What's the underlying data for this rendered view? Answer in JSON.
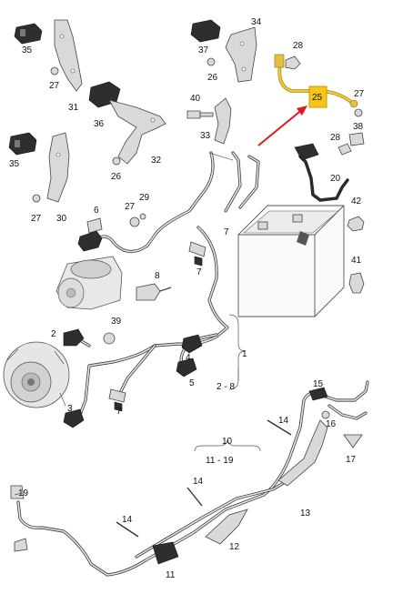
{
  "labels": {
    "p1": "1",
    "p2": "2",
    "p2to8": "2 - 8",
    "p3": "3",
    "p4": "4",
    "p5": "5",
    "p6": "6",
    "p7a": "7",
    "p7b": "7",
    "p7c": "7",
    "p8": "8",
    "p10": "10",
    "p11": "11",
    "p11to19": "11 - 19",
    "p12": "12",
    "p13": "13",
    "p14a": "14",
    "p14b": "14",
    "p14c": "14",
    "p15": "15",
    "p16": "16",
    "p17": "17",
    "p19": "19",
    "p20": "20",
    "p25": "25",
    "p26a": "26",
    "p26b": "26",
    "p27a": "27",
    "p27b": "27",
    "p27c": "27",
    "p27d": "27",
    "p28a": "28",
    "p28b": "28",
    "p29": "29",
    "p30": "30",
    "p31": "31",
    "p32": "32",
    "p33": "33",
    "p34": "34",
    "p35a": "35",
    "p35b": "35",
    "p36": "36",
    "p37": "37",
    "p38": "38",
    "p39": "39",
    "p40": "40",
    "p41": "41",
    "p42": "42"
  },
  "colors": {
    "highlight_box": "#f5c518",
    "arrow": "#e3191c",
    "highlight_cable": "#f5d04a"
  }
}
